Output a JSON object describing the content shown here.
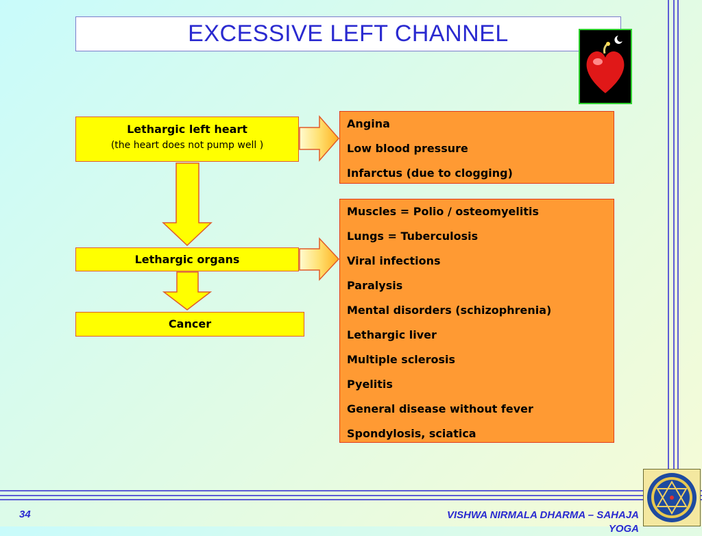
{
  "title": "EXCESSIVE LEFT CHANNEL",
  "flow": {
    "heart_box": {
      "title": "Lethargic left heart",
      "subtitle": "(the heart does not pump well )"
    },
    "organs_box": {
      "title": "Lethargic organs"
    },
    "cancer_box": {
      "title": "Cancer"
    }
  },
  "heart_effects": [
    "Angina",
    "Low blood pressure",
    "Infarctus (due to clogging)"
  ],
  "organ_effects": [
    "Muscles = Polio / osteomyelitis",
    "Lungs = Tuberculosis",
    "Viral infections",
    "Paralysis",
    "Mental disorders (schizophrenia)",
    "Lethargic liver",
    "Multiple sclerosis",
    "Pyelitis",
    "General disease without fever",
    "Spondylosis, sciatica"
  ],
  "footer": {
    "slide_number": "34",
    "org_line1": "VISHWA NIRMALA DHARMA – SAHAJA",
    "org_line2": "YOGA"
  },
  "colors": {
    "title": "#2a2ad0",
    "yellow_box": "#ffff00",
    "orange_box": "#ff9a33",
    "border": "#e05a2a"
  },
  "icons": {
    "top_right": "heart-image-icon",
    "bottom_right": "shri-yantra-icon"
  }
}
